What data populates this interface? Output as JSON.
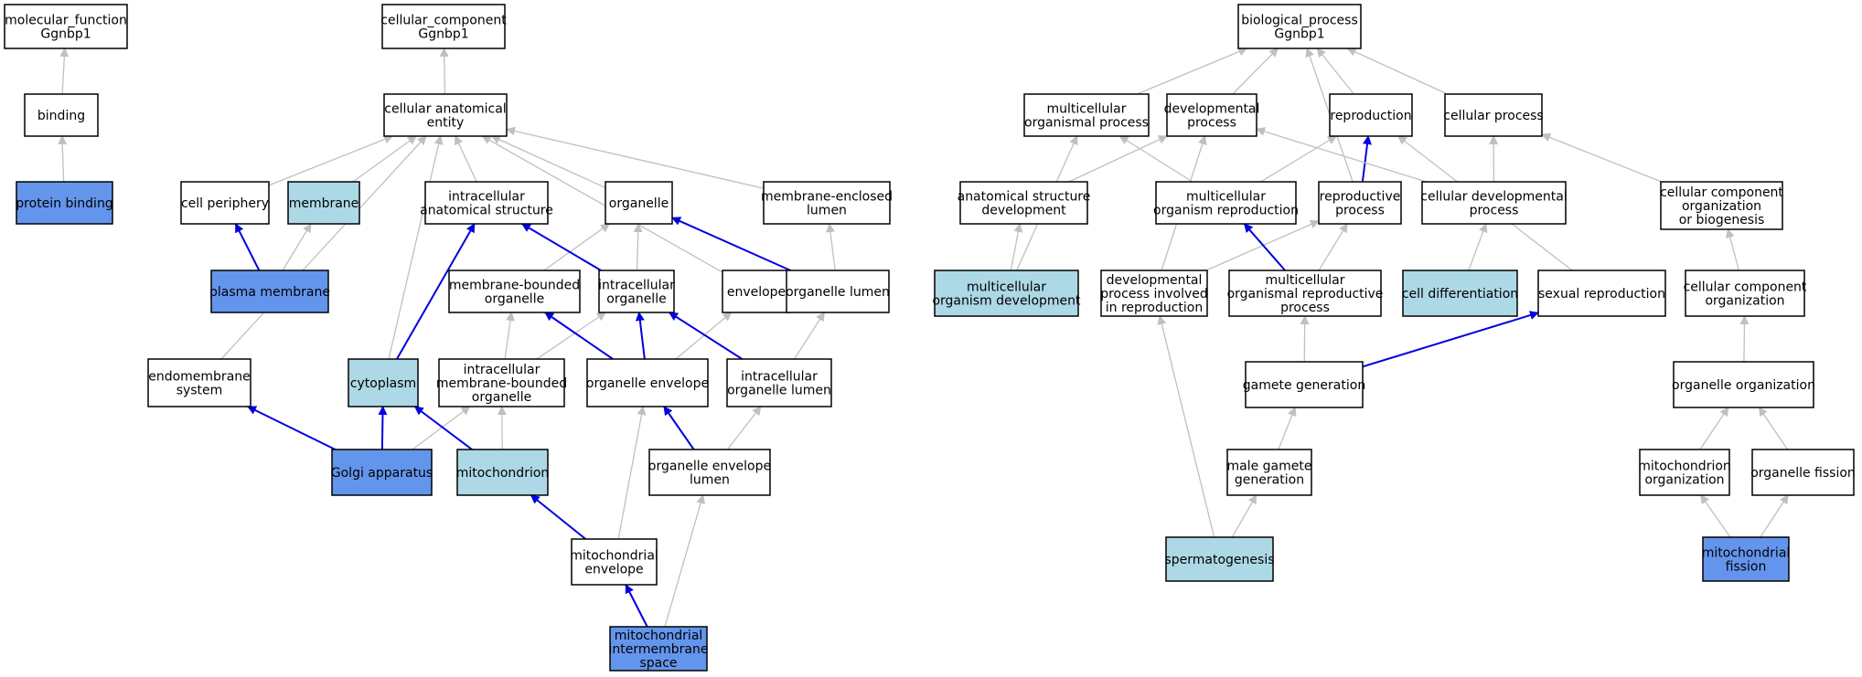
{
  "colors": {
    "plain": "#ffffff",
    "light": "#add8e6",
    "dark": "#6495ed",
    "grey_edge": "#c0c0c0",
    "blue_edge": "#0000e0"
  },
  "nodes": {
    "mf_root": {
      "lines": [
        "molecular_function",
        "Ggnbp1"
      ],
      "fill": "plain"
    },
    "binding": {
      "lines": [
        "binding"
      ],
      "fill": "plain"
    },
    "protein_binding": {
      "lines": [
        "protein binding"
      ],
      "fill": "dark"
    },
    "cc_root": {
      "lines": [
        "cellular_component",
        "Ggnbp1"
      ],
      "fill": "plain"
    },
    "cell_anat": {
      "lines": [
        "cellular anatomical",
        "entity"
      ],
      "fill": "plain"
    },
    "cell_periphery": {
      "lines": [
        "cell periphery"
      ],
      "fill": "plain"
    },
    "membrane": {
      "lines": [
        "membrane"
      ],
      "fill": "light"
    },
    "intra_anat": {
      "lines": [
        "intracellular",
        "anatomical structure"
      ],
      "fill": "plain"
    },
    "organelle": {
      "lines": [
        "organelle"
      ],
      "fill": "plain"
    },
    "mem_encl_lumen": {
      "lines": [
        "membrane-enclosed",
        "lumen"
      ],
      "fill": "plain"
    },
    "plasma_mem": {
      "lines": [
        "plasma membrane"
      ],
      "fill": "dark"
    },
    "mem_bound_org": {
      "lines": [
        "membrane-bounded",
        "organelle"
      ],
      "fill": "plain"
    },
    "intra_org": {
      "lines": [
        "intracellular",
        "organelle"
      ],
      "fill": "plain"
    },
    "envelope": {
      "lines": [
        "envelope"
      ],
      "fill": "plain"
    },
    "org_lumen": {
      "lines": [
        "organelle lumen"
      ],
      "fill": "plain"
    },
    "endomem": {
      "lines": [
        "endomembrane",
        "system"
      ],
      "fill": "plain"
    },
    "cytoplasm": {
      "lines": [
        "cytoplasm"
      ],
      "fill": "light"
    },
    "intra_mem_bound": {
      "lines": [
        "intracellular",
        "membrane-bounded",
        "organelle"
      ],
      "fill": "plain"
    },
    "org_env": {
      "lines": [
        "organelle envelope"
      ],
      "fill": "plain"
    },
    "intra_org_lumen": {
      "lines": [
        "intracellular",
        "organelle lumen"
      ],
      "fill": "plain"
    },
    "golgi": {
      "lines": [
        "Golgi apparatus"
      ],
      "fill": "dark"
    },
    "mito": {
      "lines": [
        "mitochondrion"
      ],
      "fill": "light"
    },
    "org_env_lumen": {
      "lines": [
        "organelle envelope",
        "lumen"
      ],
      "fill": "plain"
    },
    "mito_env": {
      "lines": [
        "mitochondrial",
        "envelope"
      ],
      "fill": "plain"
    },
    "mito_ims": {
      "lines": [
        "mitochondrial",
        "intermembrane",
        "space"
      ],
      "fill": "dark"
    },
    "bp_root": {
      "lines": [
        "biological_process",
        "Ggnbp1"
      ],
      "fill": "plain"
    },
    "multi_org_proc": {
      "lines": [
        "multicellular",
        "organismal process"
      ],
      "fill": "plain"
    },
    "dev_proc": {
      "lines": [
        "developmental",
        "process"
      ],
      "fill": "plain"
    },
    "reproduction": {
      "lines": [
        "reproduction"
      ],
      "fill": "plain"
    },
    "cell_proc": {
      "lines": [
        "cellular process"
      ],
      "fill": "plain"
    },
    "anat_struct_dev": {
      "lines": [
        "anatomical structure",
        "development"
      ],
      "fill": "plain"
    },
    "multi_org_repro": {
      "lines": [
        "multicellular",
        "organism reproduction"
      ],
      "fill": "plain"
    },
    "repro_proc": {
      "lines": [
        "reproductive",
        "process"
      ],
      "fill": "plain"
    },
    "cell_dev_proc": {
      "lines": [
        "cellular developmental",
        "process"
      ],
      "fill": "plain"
    },
    "cc_org_biogen": {
      "lines": [
        "cellular component",
        "organization",
        "or biogenesis"
      ],
      "fill": "plain"
    },
    "multi_org_dev": {
      "lines": [
        "multicellular",
        "organism development"
      ],
      "fill": "light"
    },
    "dev_proc_repro": {
      "lines": [
        "developmental",
        "process involved",
        "in reproduction"
      ],
      "fill": "plain"
    },
    "multi_org_repro_proc": {
      "lines": [
        "multicellular",
        "organismal reproductive",
        "process"
      ],
      "fill": "plain"
    },
    "cell_diff": {
      "lines": [
        "cell differentiation"
      ],
      "fill": "light"
    },
    "sexual_repro": {
      "lines": [
        "sexual reproduction"
      ],
      "fill": "plain"
    },
    "cc_org": {
      "lines": [
        "cellular component",
        "organization"
      ],
      "fill": "plain"
    },
    "gamete_gen": {
      "lines": [
        "gamete generation"
      ],
      "fill": "plain"
    },
    "org_org": {
      "lines": [
        "organelle organization"
      ],
      "fill": "plain"
    },
    "male_gamete": {
      "lines": [
        "male gamete",
        "generation"
      ],
      "fill": "plain"
    },
    "mito_org": {
      "lines": [
        "mitochondrion",
        "organization"
      ],
      "fill": "plain"
    },
    "org_fission": {
      "lines": [
        "organelle fission"
      ],
      "fill": "plain"
    },
    "spermato": {
      "lines": [
        "spermatogenesis"
      ],
      "fill": "light"
    },
    "mito_fission": {
      "lines": [
        "mitochondrial",
        "fission"
      ],
      "fill": "dark"
    }
  },
  "edges": [
    {
      "from": "binding",
      "to": "mf_root",
      "kind": "grey"
    },
    {
      "from": "protein_binding",
      "to": "binding",
      "kind": "grey"
    },
    {
      "from": "cell_anat",
      "to": "cc_root",
      "kind": "grey"
    },
    {
      "from": "cell_periphery",
      "to": "cell_anat",
      "kind": "grey"
    },
    {
      "from": "membrane",
      "to": "cell_anat",
      "kind": "grey"
    },
    {
      "from": "intra_anat",
      "to": "cell_anat",
      "kind": "grey"
    },
    {
      "from": "organelle",
      "to": "cell_anat",
      "kind": "grey"
    },
    {
      "from": "mem_encl_lumen",
      "to": "cell_anat",
      "kind": "grey"
    },
    {
      "from": "endomem",
      "to": "cell_anat",
      "kind": "grey"
    },
    {
      "from": "cytoplasm",
      "to": "cell_anat",
      "kind": "grey"
    },
    {
      "from": "envelope",
      "to": "cell_anat",
      "kind": "grey"
    },
    {
      "from": "plasma_mem",
      "to": "cell_periphery",
      "kind": "blue"
    },
    {
      "from": "plasma_mem",
      "to": "membrane",
      "kind": "grey"
    },
    {
      "from": "mem_bound_org",
      "to": "organelle",
      "kind": "grey"
    },
    {
      "from": "intra_org",
      "to": "organelle",
      "kind": "grey"
    },
    {
      "from": "intra_org",
      "to": "intra_anat",
      "kind": "blue"
    },
    {
      "from": "org_lumen",
      "to": "organelle",
      "kind": "blue"
    },
    {
      "from": "org_lumen",
      "to": "mem_encl_lumen",
      "kind": "grey"
    },
    {
      "from": "cytoplasm",
      "to": "intra_anat",
      "kind": "blue"
    },
    {
      "from": "intra_mem_bound",
      "to": "mem_bound_org",
      "kind": "grey"
    },
    {
      "from": "intra_mem_bound",
      "to": "intra_org",
      "kind": "grey"
    },
    {
      "from": "org_env",
      "to": "mem_bound_org",
      "kind": "blue"
    },
    {
      "from": "org_env",
      "to": "intra_org",
      "kind": "blue"
    },
    {
      "from": "org_env",
      "to": "envelope",
      "kind": "grey"
    },
    {
      "from": "intra_org_lumen",
      "to": "intra_org",
      "kind": "blue"
    },
    {
      "from": "intra_org_lumen",
      "to": "org_lumen",
      "kind": "grey"
    },
    {
      "from": "golgi",
      "to": "endomem",
      "kind": "blue"
    },
    {
      "from": "golgi",
      "to": "cytoplasm",
      "kind": "blue"
    },
    {
      "from": "golgi",
      "to": "intra_mem_bound",
      "kind": "grey"
    },
    {
      "from": "mito",
      "to": "cytoplasm",
      "kind": "blue"
    },
    {
      "from": "mito",
      "to": "intra_mem_bound",
      "kind": "grey"
    },
    {
      "from": "org_env_lumen",
      "to": "org_env",
      "kind": "blue"
    },
    {
      "from": "org_env_lumen",
      "to": "intra_org_lumen",
      "kind": "grey"
    },
    {
      "from": "mito_env",
      "to": "mito",
      "kind": "blue"
    },
    {
      "from": "mito_env",
      "to": "org_env",
      "kind": "grey"
    },
    {
      "from": "mito_ims",
      "to": "mito_env",
      "kind": "blue"
    },
    {
      "from": "mito_ims",
      "to": "org_env_lumen",
      "kind": "grey"
    },
    {
      "from": "multi_org_proc",
      "to": "bp_root",
      "kind": "grey"
    },
    {
      "from": "dev_proc",
      "to": "bp_root",
      "kind": "grey"
    },
    {
      "from": "reproduction",
      "to": "bp_root",
      "kind": "grey"
    },
    {
      "from": "cell_proc",
      "to": "bp_root",
      "kind": "grey"
    },
    {
      "from": "repro_proc",
      "to": "bp_root",
      "kind": "grey"
    },
    {
      "from": "anat_struct_dev",
      "to": "dev_proc",
      "kind": "grey"
    },
    {
      "from": "multi_org_repro",
      "to": "multi_org_proc",
      "kind": "grey"
    },
    {
      "from": "multi_org_repro",
      "to": "reproduction",
      "kind": "grey"
    },
    {
      "from": "repro_proc",
      "to": "reproduction",
      "kind": "blue"
    },
    {
      "from": "cell_dev_proc",
      "to": "dev_proc",
      "kind": "grey"
    },
    {
      "from": "cell_dev_proc",
      "to": "cell_proc",
      "kind": "grey"
    },
    {
      "from": "cc_org_biogen",
      "to": "cell_proc",
      "kind": "grey"
    },
    {
      "from": "multi_org_dev",
      "to": "multi_org_proc",
      "kind": "grey"
    },
    {
      "from": "multi_org_dev",
      "to": "anat_struct_dev",
      "kind": "grey"
    },
    {
      "from": "dev_proc_repro",
      "to": "dev_proc",
      "kind": "grey"
    },
    {
      "from": "dev_proc_repro",
      "to": "repro_proc",
      "kind": "grey"
    },
    {
      "from": "multi_org_repro_proc",
      "to": "multi_org_repro",
      "kind": "blue"
    },
    {
      "from": "multi_org_repro_proc",
      "to": "repro_proc",
      "kind": "grey"
    },
    {
      "from": "cell_diff",
      "to": "cell_dev_proc",
      "kind": "grey"
    },
    {
      "from": "sexual_repro",
      "to": "reproduction",
      "kind": "grey"
    },
    {
      "from": "cc_org",
      "to": "cc_org_biogen",
      "kind": "grey"
    },
    {
      "from": "gamete_gen",
      "to": "multi_org_repro_proc",
      "kind": "grey"
    },
    {
      "from": "gamete_gen",
      "to": "sexual_repro",
      "kind": "blue"
    },
    {
      "from": "org_org",
      "to": "cc_org",
      "kind": "grey"
    },
    {
      "from": "male_gamete",
      "to": "gamete_gen",
      "kind": "grey"
    },
    {
      "from": "mito_org",
      "to": "org_org",
      "kind": "grey"
    },
    {
      "from": "org_fission",
      "to": "org_org",
      "kind": "grey"
    },
    {
      "from": "spermato",
      "to": "male_gamete",
      "kind": "grey"
    },
    {
      "from": "spermato",
      "to": "dev_proc_repro",
      "kind": "grey"
    },
    {
      "from": "mito_fission",
      "to": "mito_org",
      "kind": "grey"
    },
    {
      "from": "mito_fission",
      "to": "org_fission",
      "kind": "grey"
    }
  ]
}
